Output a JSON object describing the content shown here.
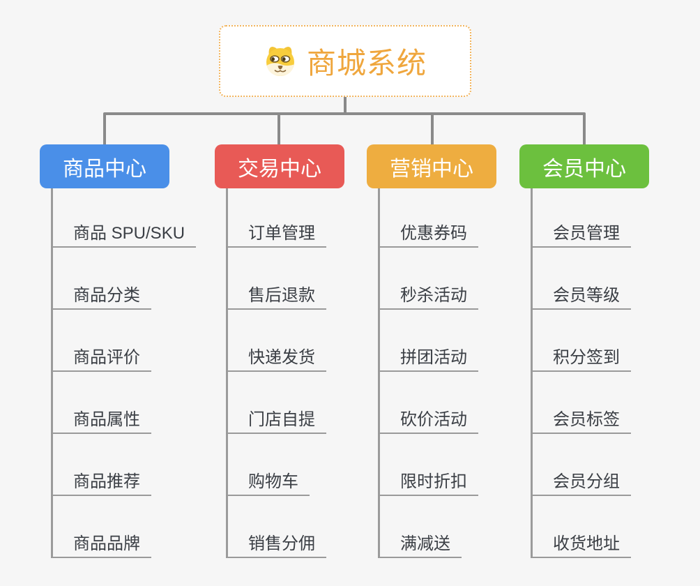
{
  "canvas": {
    "background": "#f6f6f6",
    "connector_color": "#8a8a8a",
    "underline_color": "#9a9a9a"
  },
  "root": {
    "title": "商城系统",
    "icon": "doge-icon",
    "text_color": "#efa63d",
    "border_color": "#f2b45c"
  },
  "branches": [
    {
      "label": "商品中心",
      "color": "#4a8fe8",
      "children": [
        "商品 SPU/SKU",
        "商品分类",
        "商品评价",
        "商品属性",
        "商品推荐",
        "商品品牌"
      ]
    },
    {
      "label": "交易中心",
      "color": "#e85a56",
      "children": [
        "订单管理",
        "售后退款",
        "快递发货",
        "门店自提",
        "购物车",
        "销售分佣"
      ]
    },
    {
      "label": "营销中心",
      "color": "#eead40",
      "children": [
        "优惠券码",
        "秒杀活动",
        "拼团活动",
        "砍价活动",
        "限时折扣",
        "满减送"
      ]
    },
    {
      "label": "会员中心",
      "color": "#6cc03e",
      "children": [
        "会员管理",
        "会员等级",
        "积分签到",
        "会员标签",
        "会员分组",
        "收货地址"
      ]
    }
  ]
}
